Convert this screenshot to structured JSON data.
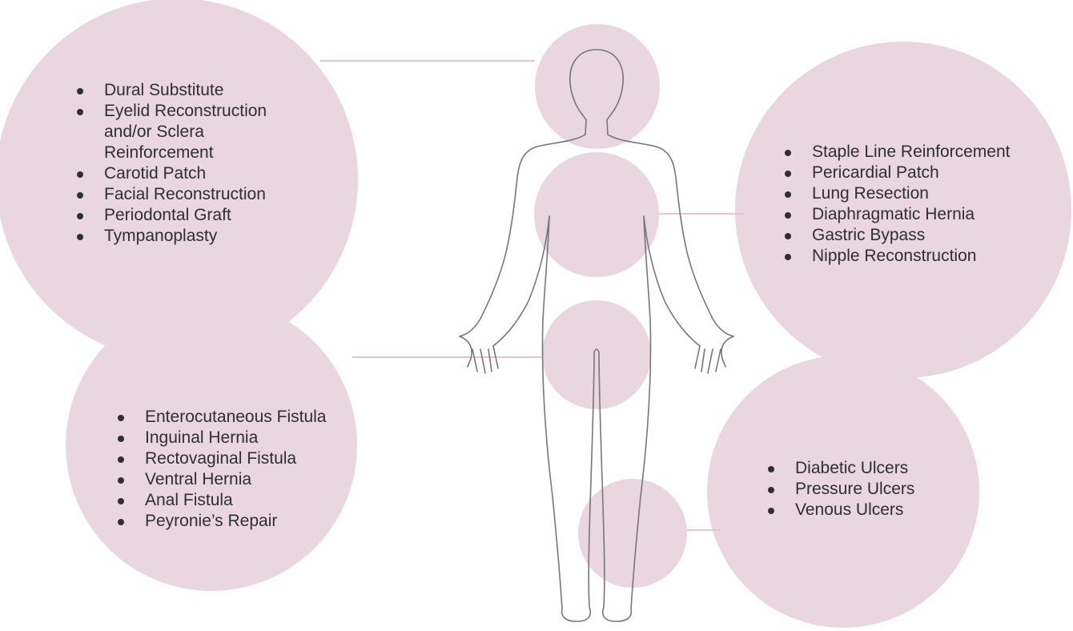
{
  "colors": {
    "bubble": "#e9d6de",
    "connector": "#e3c7d3",
    "outline": "#777777",
    "text": "#2f2f2f"
  },
  "groups": {
    "head_neck": [
      "Dural Substitute",
      "Eyelid Reconstruction and/or Sclera Reinforcement",
      "Carotid Patch",
      "Facial Reconstruction",
      "Periodontal Graft",
      "Tympanoplasty"
    ],
    "thorax": [
      "Staple Line Reinforcement",
      "Pericardial Patch",
      "Lung Resection",
      "Diaphragmatic Hernia",
      "Gastric Bypass",
      "Nipple Reconstruction"
    ],
    "pelvis": [
      "Enterocutaneous Fistula",
      "Inguinal Hernia",
      "Rectovaginal Fistula",
      "Ventral Hernia",
      "Anal Fistula",
      "Peyronie’s Repair"
    ],
    "legs": [
      "Diabetic Ulcers",
      "Pressure Ulcers",
      "Venous Ulcers"
    ]
  }
}
